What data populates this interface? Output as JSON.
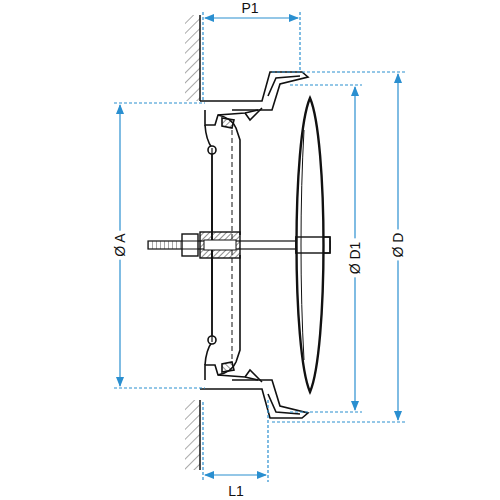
{
  "diagram": {
    "labels": [
      "P1",
      "Ø A",
      "Ø D1",
      "Ø D",
      "L1"
    ]
  }
}
